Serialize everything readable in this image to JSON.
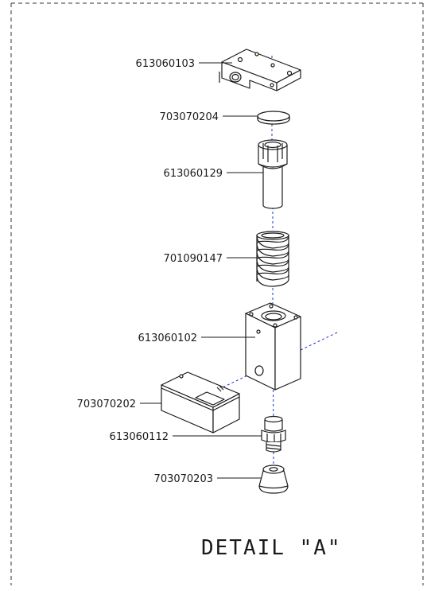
{
  "drawing": {
    "title": "DETAIL \"A\"",
    "parts": [
      {
        "id": "cap",
        "number": "613060103"
      },
      {
        "id": "disc",
        "number": "703070204"
      },
      {
        "id": "plunger",
        "number": "613060129"
      },
      {
        "id": "spring",
        "number": "701090147"
      },
      {
        "id": "housing",
        "number": "613060102"
      },
      {
        "id": "magnet-block",
        "number": "703070202"
      },
      {
        "id": "fitting",
        "number": "613060112"
      },
      {
        "id": "suction-cup",
        "number": "703070203"
      }
    ],
    "colors": {
      "line": "#1a1a1a",
      "axis": "#2233cc",
      "border": "#333333",
      "background": "#ffffff"
    }
  }
}
